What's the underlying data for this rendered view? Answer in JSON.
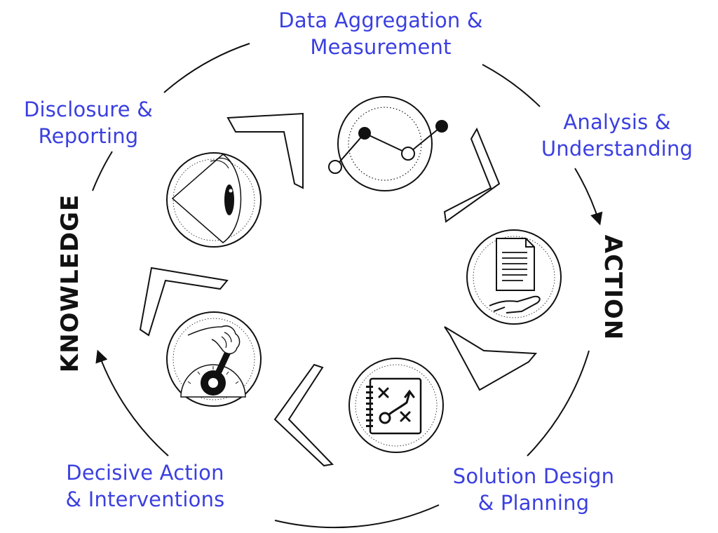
{
  "stages": {
    "data_aggregation": {
      "line1": "Data Aggregation &",
      "line2": "Measurement"
    },
    "analysis": {
      "line1": "Analysis &",
      "line2": "Understanding"
    },
    "solution_design": {
      "line1": "Solution Design",
      "line2": "& Planning"
    },
    "decisive_action": {
      "line1": "Decisive Action",
      "line2": "& Interventions"
    },
    "disclosure": {
      "line1": "Disclosure &",
      "line2": "Reporting"
    }
  },
  "axes": {
    "knowledge": "KNOWLEDGE",
    "action": "ACTION"
  },
  "icons": {
    "data_aggregation": "line-chart-icon",
    "analysis": "document-in-hand-icon",
    "solution_design": "strategy-playbook-icon",
    "decisive_action": "hand-on-dial-icon",
    "disclosure": "eye-icon"
  },
  "colors": {
    "label_blue": "#3b3fe0",
    "ink": "#111111"
  }
}
